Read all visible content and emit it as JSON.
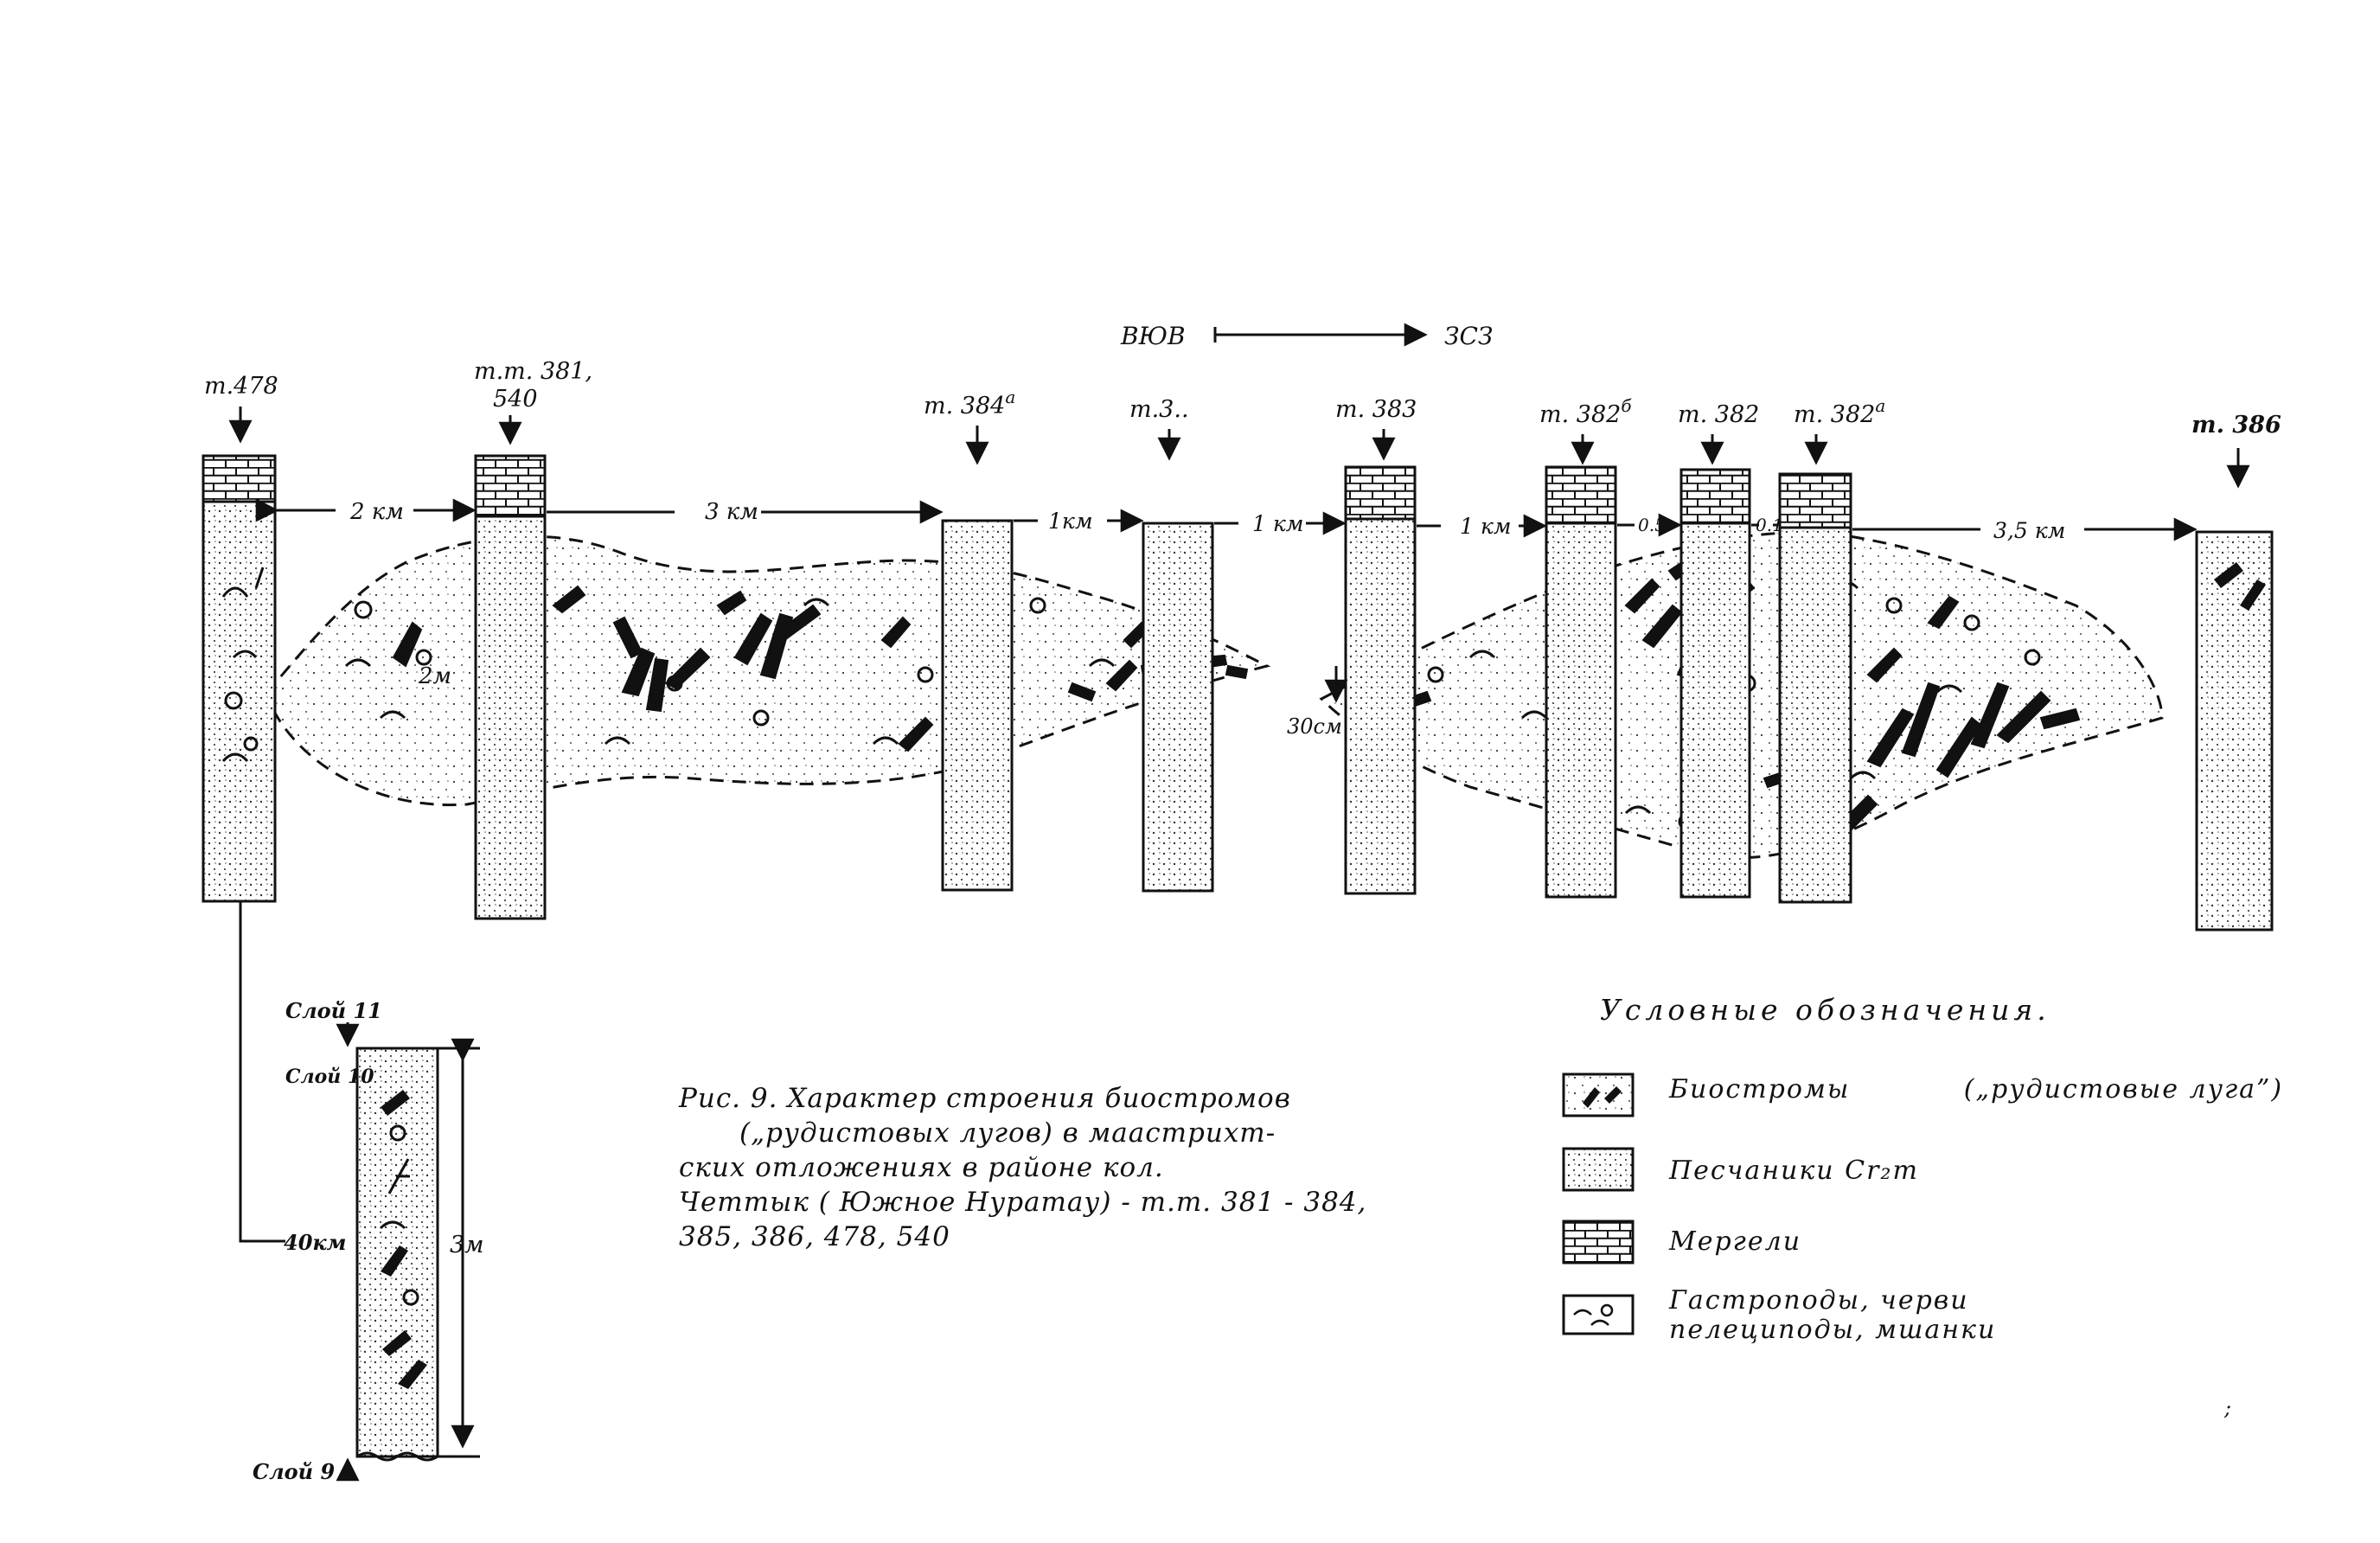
{
  "direction": {
    "from": "ВЮВ",
    "to": "ЗСЗ"
  },
  "columns": [
    {
      "label": "т.478"
    },
    {
      "label": "т.т. 381,",
      "label2": "540"
    },
    {
      "label": "т. 384",
      "sup": "а"
    },
    {
      "label": "т.3.."
    },
    {
      "label": "т. 383"
    },
    {
      "label": "т. 382",
      "sup": "б"
    },
    {
      "label": "т. 382"
    },
    {
      "label": "т. 382",
      "sup": "а"
    },
    {
      "label": "т. 386"
    }
  ],
  "distances": [
    "2 км",
    "3 км",
    "1км",
    "1 км",
    "1 км",
    "0.5",
    "0.1",
    "3,5 км"
  ],
  "thickness_labels": {
    "lens_left": "2м",
    "lens_right": "30см"
  },
  "detail": {
    "top_layer": "Слой 11",
    "layer_10": "Слой 10",
    "bottom_layer": "Слой 9",
    "distance": "40км",
    "thickness": "3м"
  },
  "caption": {
    "line1": "Рис. 9. Характер строения биостромов",
    "line2": "(„рудистовых лугов) в маастрихт-",
    "line3": "ских отложениях в районе кол.",
    "line4": "Четтык ( Южное Нуратау) - т.т. 381 - 384,",
    "line5": "385, 386, 478, 540"
  },
  "legend": {
    "title": "Условные обозначения.",
    "items": [
      {
        "name": "Биостромы",
        "extra": "(„рудистовые луга”)"
      },
      {
        "name": "Песчаники Cr₂m"
      },
      {
        "name": "Мергели"
      },
      {
        "name": "Гастроподы, черви",
        "name2": "пелециподы, мшанки"
      }
    ]
  },
  "page_mark": ";"
}
